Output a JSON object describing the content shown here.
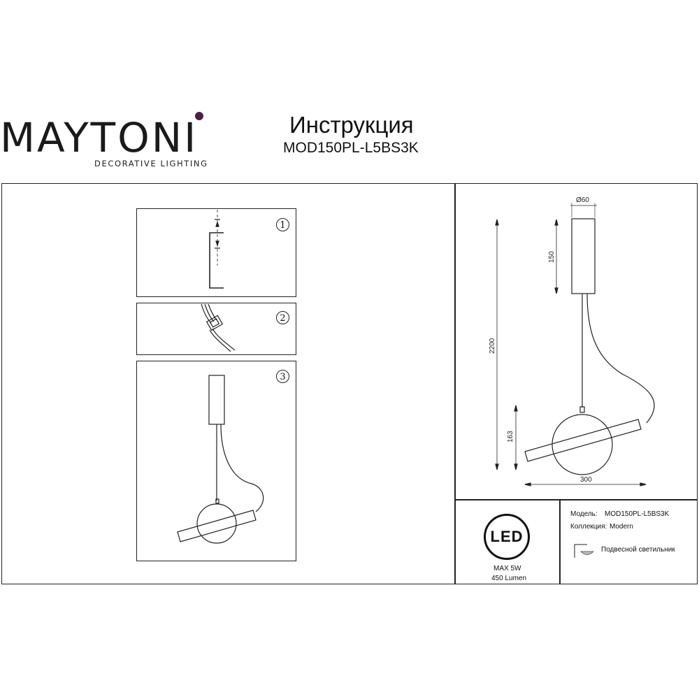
{
  "header": {
    "brand": "MAYTONI",
    "tagline": "DECORATIVE LIGHTING",
    "doc_title": "Инструкция",
    "model": "MOD150PL-L5BS3K"
  },
  "steps": [
    {
      "number": "1"
    },
    {
      "number": "2"
    },
    {
      "number": "3"
    }
  ],
  "dimensions": {
    "diameter": "Ø60",
    "canopy_height": "150",
    "total_height": "2200",
    "lamp_height": "163",
    "width": "300"
  },
  "specs": {
    "led_label": "LED",
    "max_power": "MAX 5W",
    "lumen": "450 Lumen",
    "model_label": "Модель:",
    "model_value": "MOD150PL-L5BS3K",
    "collection_label": "Коллекция:",
    "collection_value": "Modern",
    "type": "Подвесной светильник"
  },
  "colors": {
    "line": "#222222",
    "brand_dot": "#4a1f45"
  }
}
